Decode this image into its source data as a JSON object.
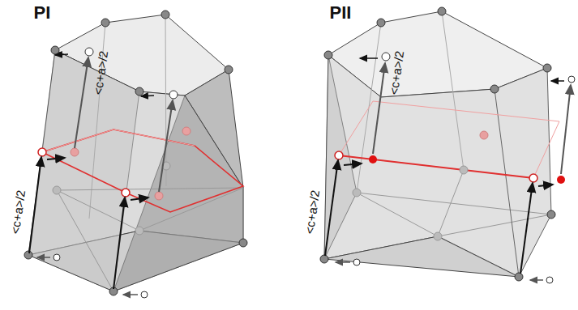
{
  "diagram": {
    "labels": [
      "PI",
      "<c+a>/2",
      "<c+a>/2",
      "PII",
      "<c+a>/2",
      "<c+a>/2"
    ]
  }
}
